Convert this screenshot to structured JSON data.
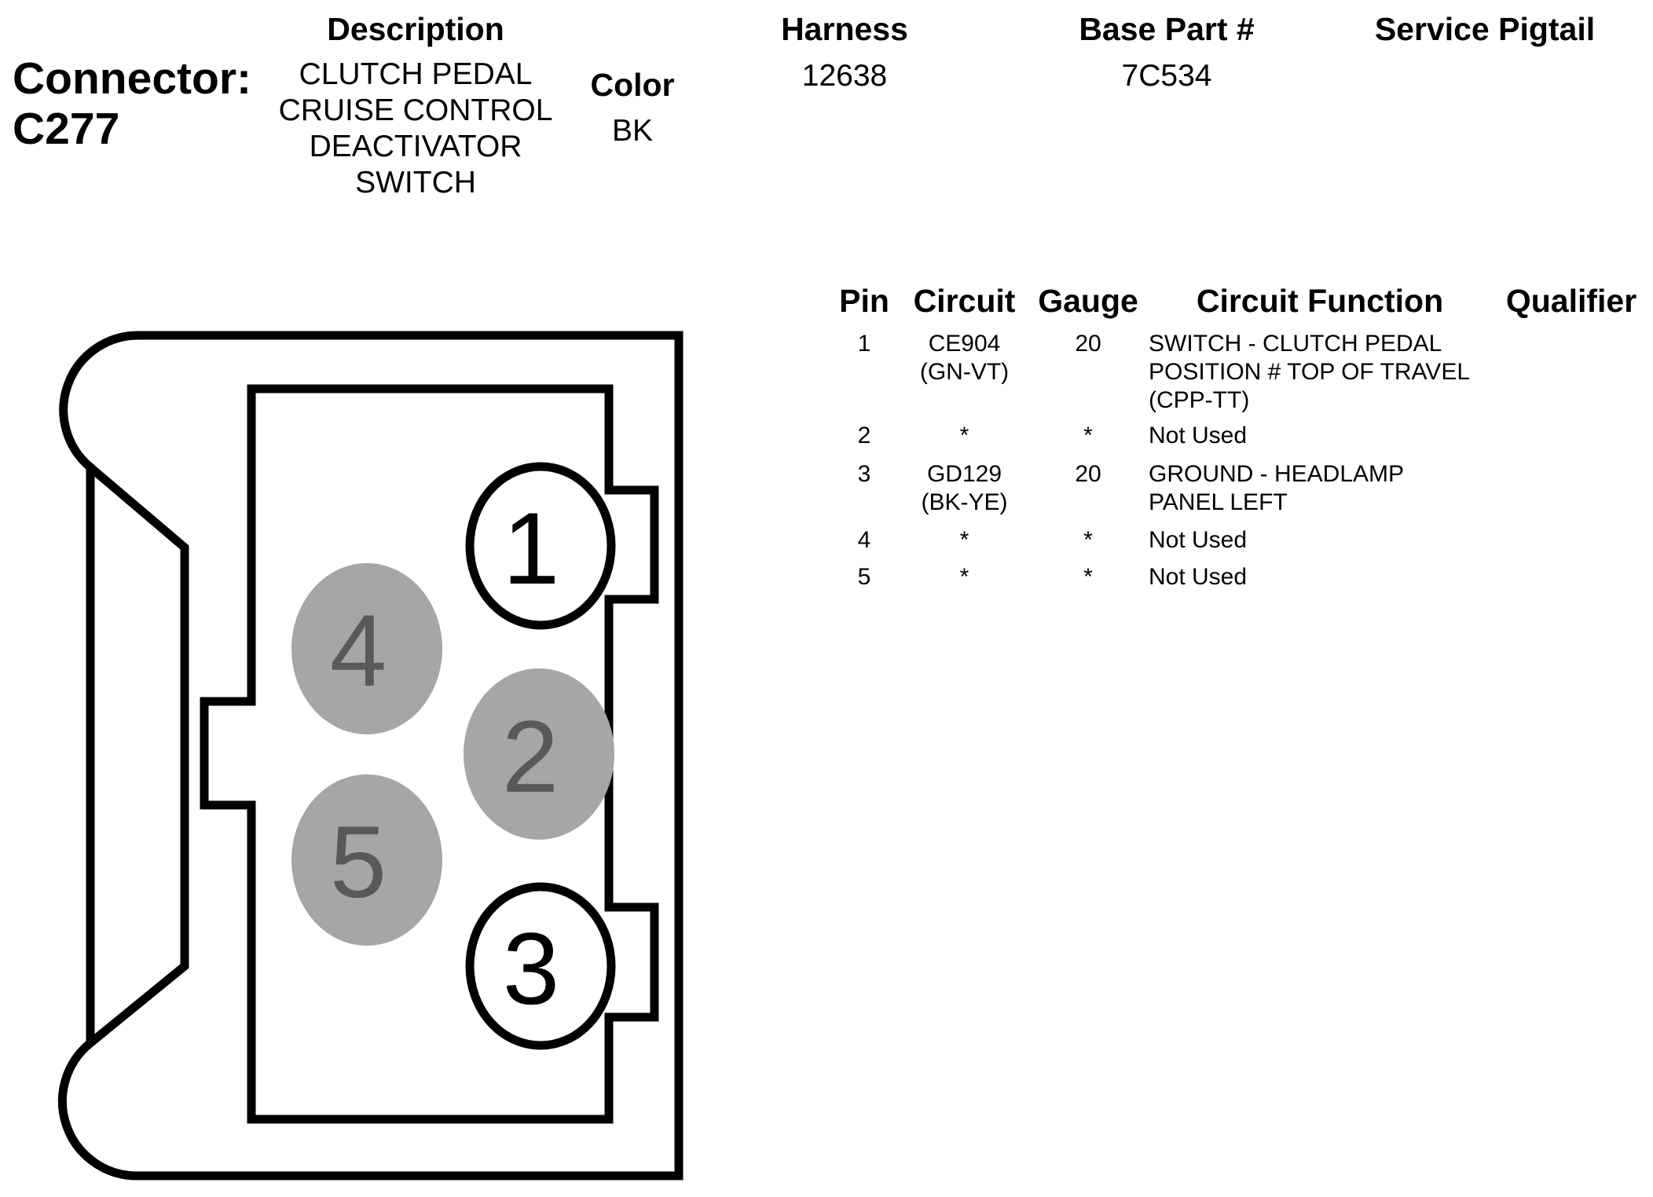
{
  "header": {
    "description_label": "Description",
    "harness_label": "Harness",
    "base_part_label": "Base Part #",
    "service_pigtail_label": "Service Pigtail",
    "color_label": "Color",
    "connector_title_line1": "Connector:",
    "connector_title_line2": "C277",
    "description_lines": [
      "CLUTCH PEDAL",
      "CRUISE CONTROL",
      "DEACTIVATOR",
      "SWITCH"
    ],
    "color_value": "BK",
    "harness_value": "12638",
    "base_part_value": "7C534"
  },
  "table": {
    "columns": [
      "Pin",
      "Circuit",
      "Gauge",
      "Circuit Function",
      "Qualifier"
    ],
    "rows": [
      {
        "pin": "1",
        "circuit": [
          "CE904",
          "(GN-VT)"
        ],
        "gauge": "20",
        "function": [
          "SWITCH - CLUTCH PEDAL",
          "POSITION # TOP OF TRAVEL",
          "(CPP-TT)"
        ],
        "qualifier": ""
      },
      {
        "pin": "2",
        "circuit": [
          "*"
        ],
        "gauge": "*",
        "function": [
          "Not Used"
        ],
        "qualifier": ""
      },
      {
        "pin": "3",
        "circuit": [
          "GD129",
          "(BK-YE)"
        ],
        "gauge": "20",
        "function": [
          "GROUND - HEADLAMP",
          "PANEL LEFT"
        ],
        "qualifier": ""
      },
      {
        "pin": "4",
        "circuit": [
          "*"
        ],
        "gauge": "*",
        "function": [
          "Not Used"
        ],
        "qualifier": ""
      },
      {
        "pin": "5",
        "circuit": [
          "*"
        ],
        "gauge": "*",
        "function": [
          "Not Used"
        ],
        "qualifier": ""
      }
    ]
  },
  "connector_diagram": {
    "pins": [
      {
        "label": "1",
        "state": "used"
      },
      {
        "label": "2",
        "state": "unused"
      },
      {
        "label": "3",
        "state": "used"
      },
      {
        "label": "4",
        "state": "unused"
      },
      {
        "label": "5",
        "state": "unused"
      }
    ],
    "colors": {
      "outline": "#000000",
      "unused_fill": "#a6a6a6",
      "unused_text": "#595959",
      "used_fill": "#ffffff"
    }
  }
}
